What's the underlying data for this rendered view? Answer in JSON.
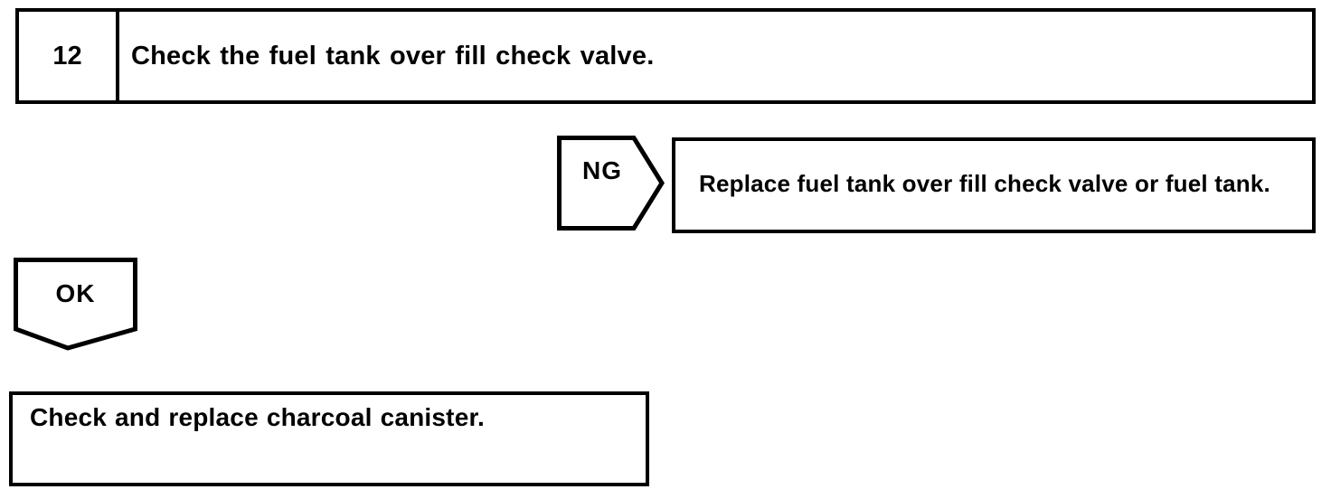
{
  "page": {
    "background_color": "#ffffff",
    "line_color": "#000000"
  },
  "flowchart": {
    "step_number": "12",
    "step_instruction": "Check the fuel tank over fill check valve.",
    "ng": {
      "label": "NG",
      "action": "Replace fuel tank over fill check valve or fuel tank."
    },
    "ok": {
      "label": "OK",
      "action": "Check and replace charcoal canister."
    }
  }
}
